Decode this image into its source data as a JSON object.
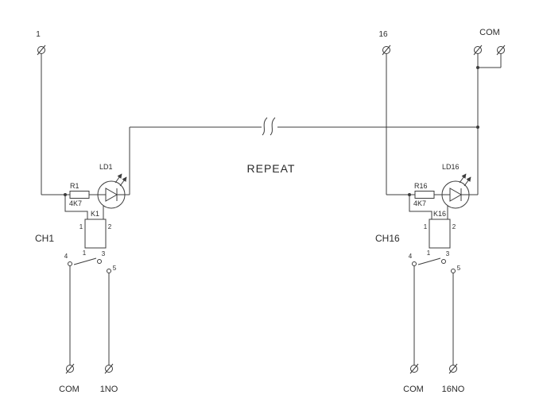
{
  "diagram": {
    "ink_color": "#3c3c3c",
    "repeat_label": "REPEAT",
    "top": {
      "input_left": "1",
      "input_right": "16",
      "com_label": "COM"
    },
    "channels": [
      {
        "name": "CH1",
        "led_ref": "LD1",
        "resistor_ref": "R1",
        "resistor_value": "4K7",
        "relay_ref": "K1",
        "coil_pin_left": "1",
        "coil_pin_right": "2",
        "sw_pin_a": "4",
        "sw_pin_b": "1",
        "sw_pin_c": "3",
        "sw_pin_d": "5",
        "term_com": "COM",
        "term_no": "1NO"
      },
      {
        "name": "CH16",
        "led_ref": "LD16",
        "resistor_ref": "R16",
        "resistor_value": "4K7",
        "relay_ref": "K16",
        "coil_pin_left": "1",
        "coil_pin_right": "2",
        "sw_pin_a": "4",
        "sw_pin_b": "1",
        "sw_pin_c": "3",
        "sw_pin_d": "5",
        "term_com": "COM",
        "term_no": "16NO"
      }
    ]
  }
}
